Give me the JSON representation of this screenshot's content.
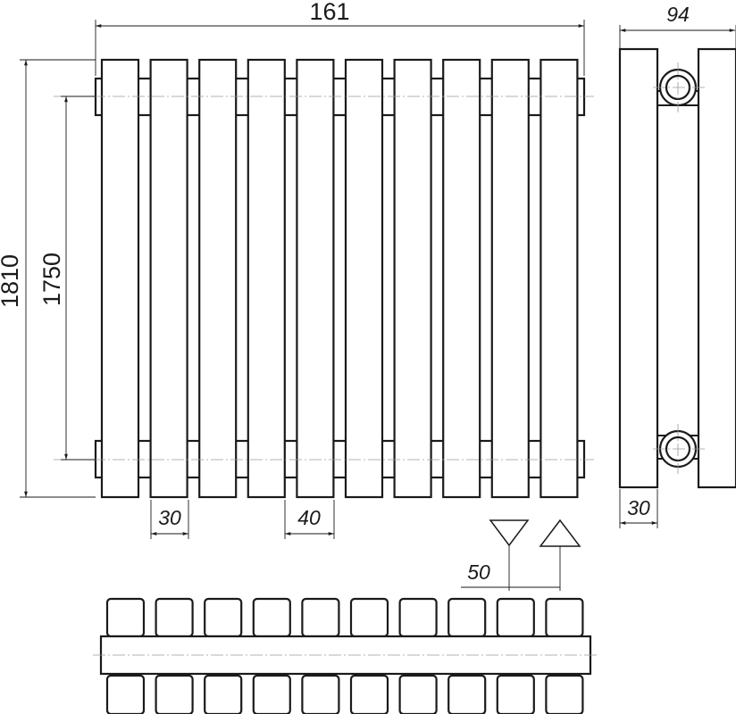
{
  "dimensions": {
    "overall_width": "161",
    "overall_height": "1810",
    "axis_distance": "1750",
    "section_width": "30",
    "section_pitch": "40",
    "depth": "94",
    "side_column": "30",
    "connection_offset": "50"
  },
  "drawing": {
    "sections": 10,
    "supply_marker_color": "#2ad4e6",
    "return_marker_color": "#e61e1e",
    "line_color": "#1a1a1a",
    "axis_color": "#9a9a9a"
  }
}
